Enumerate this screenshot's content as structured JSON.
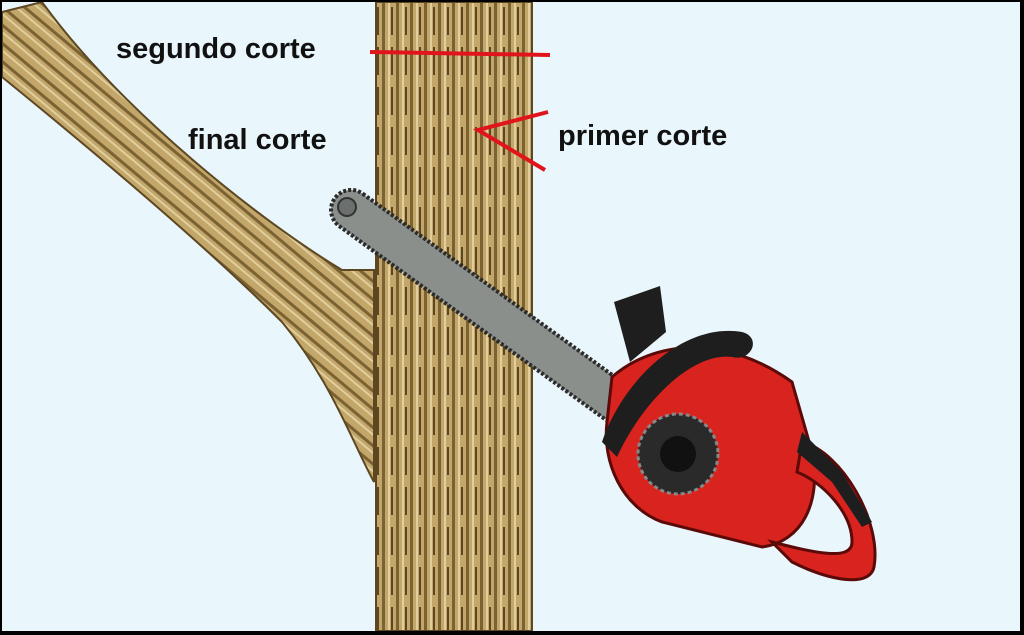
{
  "labels": {
    "second_cut": "segundo corte",
    "final_cut": "final corte",
    "first_cut": "primer corte"
  },
  "colors": {
    "background": "#e9f6fb",
    "cut_lines": "#e0141a",
    "bark": "#b89a5c",
    "chainsaw_body": "#d8231e",
    "chainsaw_bar": "#8a8f8c"
  }
}
